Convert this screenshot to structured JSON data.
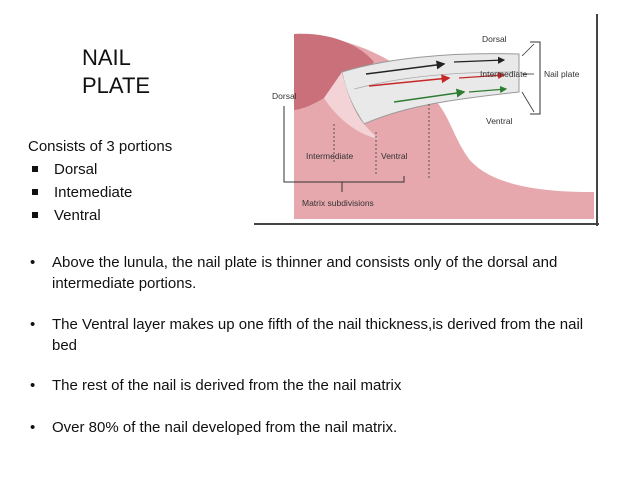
{
  "title": {
    "line1": "NAIL",
    "line2": "PLATE"
  },
  "intro": "Consists of 3 portions",
  "portions": [
    "Dorsal",
    "Intemediate",
    "Ventral"
  ],
  "bullets": [
    "Above the lunula, the nail plate is thinner and consists only of the dorsal  and intermediate portions.",
    "The Ventral layer makes up one fifth of the nail thickness,is derived from  the nail bed",
    "The rest of the nail is derived from the the nail matrix",
    "Over 80% of the nail developed from the nail matrix."
  ],
  "figure": {
    "labels": {
      "dorsal_top": "Dorsal",
      "intermediate_right": "Intermediate",
      "nail_plate": "Nail plate",
      "ventral_right": "Ventral",
      "dorsal_left": "Dorsal",
      "intermediate_bottom": "Intermediate",
      "ventral_bottom": "Ventral",
      "matrix": "Matrix subdivisions"
    },
    "colors": {
      "skin": "#c9707a",
      "tissue": "#e6a8ad",
      "plate": "#e9e9e9",
      "arrow_black": "#222222",
      "arrow_red": "#c62828",
      "arrow_green": "#2e7d32"
    }
  }
}
